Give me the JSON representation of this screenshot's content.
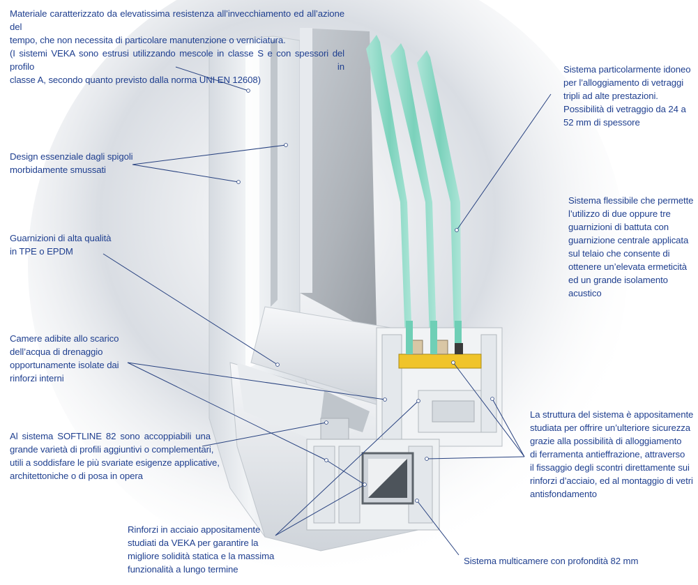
{
  "colors": {
    "text": "#1f3f8f",
    "leader_line": "#27417f",
    "profile_pvc": "#eef1f4",
    "glass_edge": "#7fd8c2",
    "gasket_yellow": "#f0c42a"
  },
  "callouts": {
    "materiale": {
      "lines": [
        "Materiale caratterizzato da elevatissima resistenza all’invecchiamento ed all’azione del",
        "tempo, che non necessita di particolare manutenzione o verniciatura.",
        "(I sistemi VEKA sono estrusi utilizzando mescole in classe S e con spessori del profilo in",
        "classe A, secondo quanto previsto dalla norma UNI EN 12608)"
      ]
    },
    "design": {
      "lines": [
        "Design essenziale dagli spigoli",
        "morbidamente smussati"
      ]
    },
    "guarnizioni": {
      "lines": [
        "Guarnizioni di alta qualità",
        "in TPE o EPDM"
      ]
    },
    "camere": {
      "lines": [
        "Camere adibite allo scarico",
        "dell’acqua di drenaggio",
        "opportunamente isolate dai",
        "rinforzi interni"
      ]
    },
    "softline": {
      "lines": [
        "Al sistema SOFTLINE 82 sono accoppiabili una",
        "grande varietà di profili aggiuntivi o complementari,",
        "utili a soddisfare le più svariate esigenze applicative,",
        "architettoniche o di posa in opera"
      ]
    },
    "rinforzi": {
      "lines": [
        "Rinforzi in acciaio appositamente",
        "studiati da VEKA per garantire la",
        "migliore solidità statica e la massima",
        "funzionalità a lungo termine"
      ]
    },
    "vetraggi": {
      "lines": [
        "Sistema particolarmente idoneo",
        "per l’alloggiamento di vetraggi",
        "tripli ad alte prestazioni.",
        "Possibilità di vetraggio da 24 a",
        "52 mm di spessore"
      ]
    },
    "flessibile": {
      "lines": [
        "Sistema flessibile che permette",
        "l’utilizzo di due oppure tre",
        "guarnizioni di battuta con",
        "guarnizione centrale applicata",
        "sul telaio che consente di",
        "ottenere un’elevata ermeticità",
        "ed un grande isolamento",
        "acustico"
      ]
    },
    "struttura": {
      "lines": [
        "La struttura del sistema è appositamente",
        "studiata per offrire un’ulteriore sicurezza",
        "grazie alla possibilità di alloggiamento",
        "di ferramenta antieffrazione, attraverso",
        "il fissaggio degli scontri direttamente sui",
        "rinforzi d’acciaio, ed al montaggio di vetri",
        "antisfondamento"
      ]
    },
    "multicamere": {
      "lines": [
        "Sistema multicamere con profondità 82 mm"
      ]
    }
  }
}
